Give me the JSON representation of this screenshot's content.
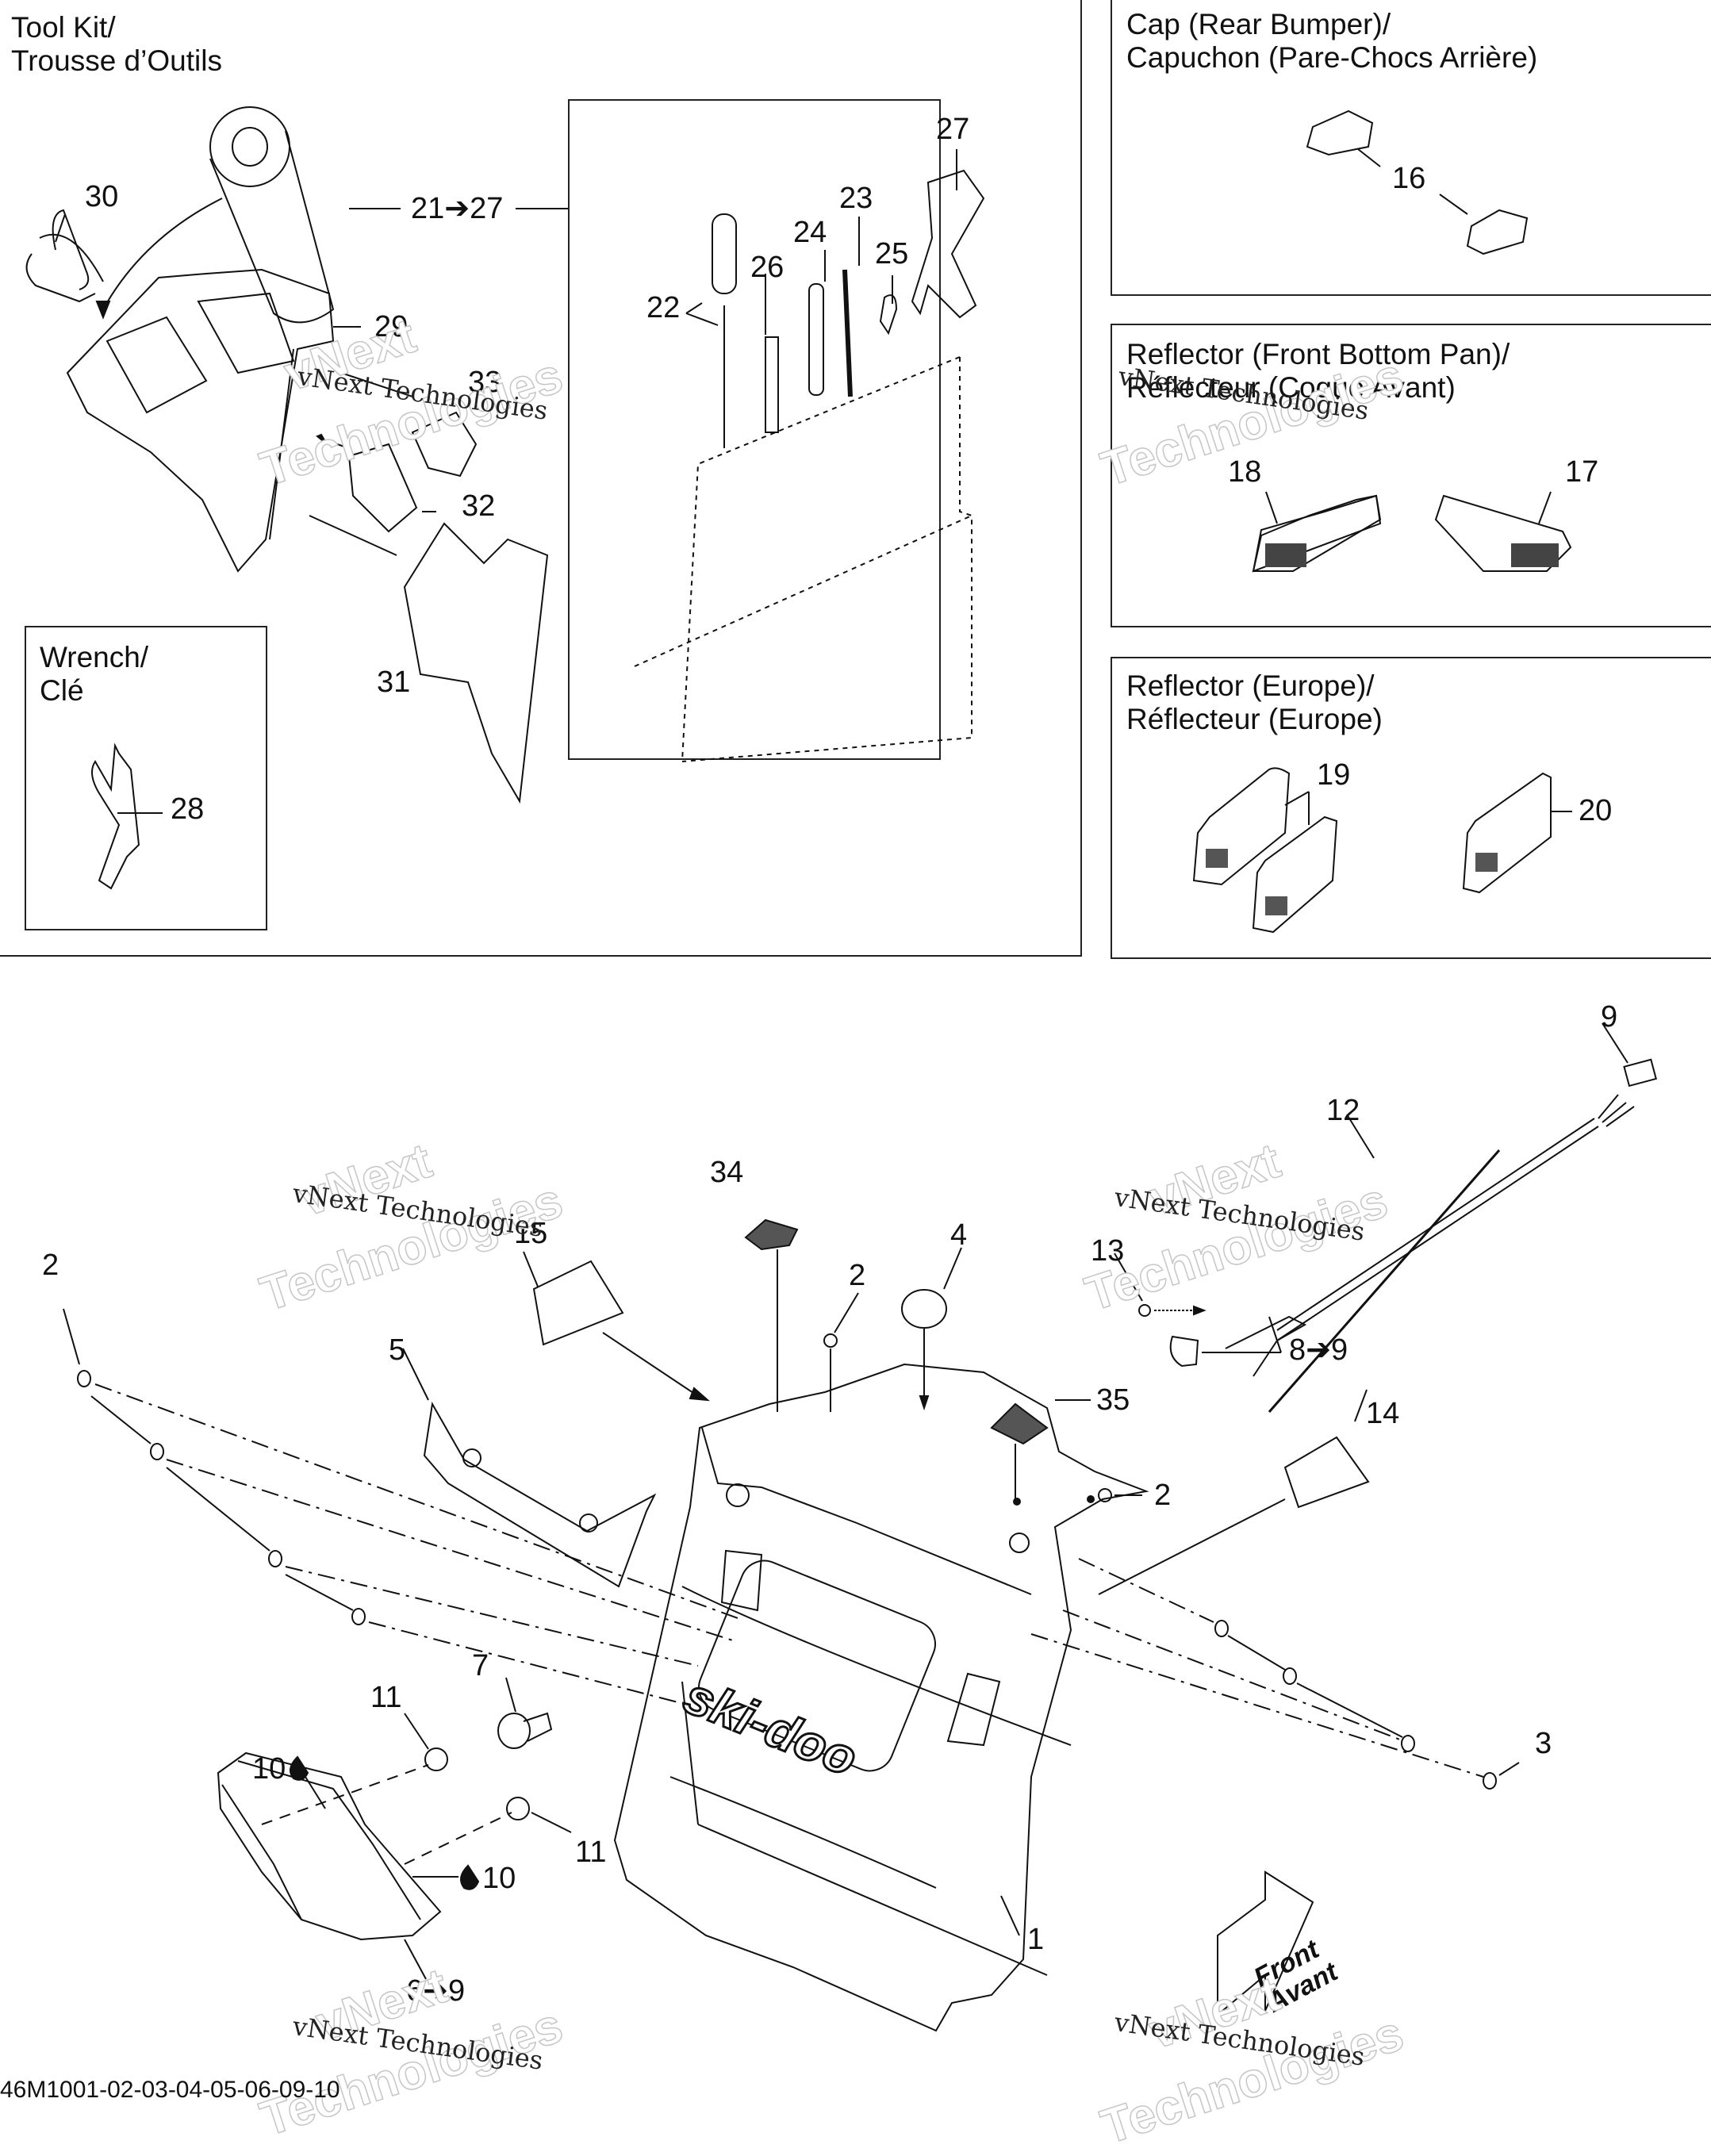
{
  "document": {
    "doc_id": "46M1001-02-03-04-05-06-09-10",
    "watermark_line": "vNext Technologies",
    "watermark_big_1": "vNext",
    "watermark_big_2": "Technologies",
    "direction_label_en": "Front",
    "direction_label_fr": "Avant"
  },
  "panels": {
    "tool_kit": {
      "title": "Tool Kit/\nTrousse d’Outils"
    },
    "wrench": {
      "title": "Wrench/\nClé"
    },
    "cap": {
      "title": "Cap (Rear Bumper)/\nCapuchon (Pare-Chocs Arrière)"
    },
    "reflector_front": {
      "title": "Reflector (Front Bottom Pan)/\nRéflecteur (Coque Avant)"
    },
    "reflector_europe": {
      "title": "Reflector (Europe)/\nRéflecteur (Europe)"
    }
  },
  "callouts": {
    "c30": "30",
    "c21_27": "21➔27",
    "c29": "29",
    "c33": "33",
    "c32": "32",
    "c31": "31",
    "c27": "27",
    "c23": "23",
    "c24": "24",
    "c25": "25",
    "c26": "26",
    "c22": "22",
    "c28": "28",
    "c16": "16",
    "c18": "18",
    "c17": "17",
    "c19": "19",
    "c20": "20",
    "c9": "9",
    "c12": "12",
    "c13": "13",
    "c8_9": "8➔9",
    "c34": "34",
    "c15": "15",
    "c2a": "2",
    "c2b": "2",
    "c2c": "2",
    "c4": "4",
    "c35": "35",
    "c5": "5",
    "c14": "14",
    "c3": "3",
    "c7": "7",
    "c11a": "11",
    "c11b": "11",
    "c10a": "10",
    "c10b": "10",
    "c1": "1",
    "c6_9": "6➔9"
  },
  "brand": {
    "logo_text": "ski-doo"
  }
}
